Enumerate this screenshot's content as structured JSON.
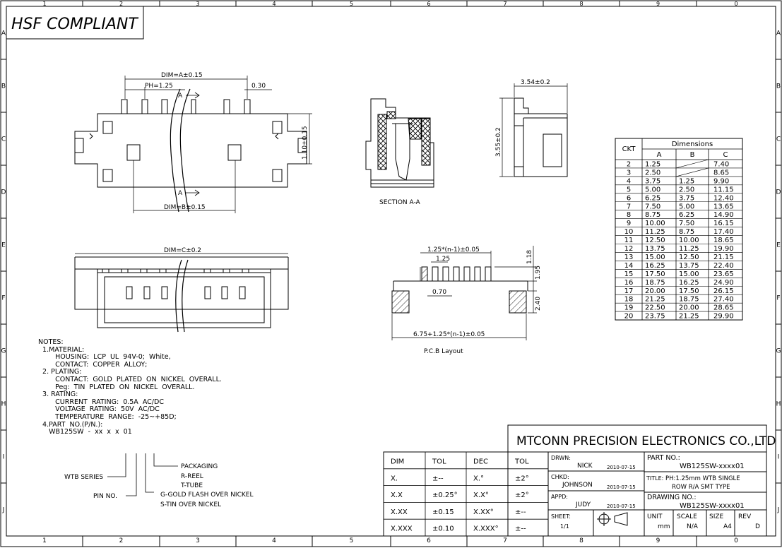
{
  "frame": {
    "top_cols": [
      "1",
      "2",
      "3",
      "4",
      "5",
      "6",
      "7",
      "8",
      "9",
      "0"
    ],
    "bottom_cols": [
      "1",
      "2",
      "3",
      "4",
      "5",
      "6",
      "7",
      "8",
      "9",
      "0"
    ],
    "rows": [
      "A",
      "B",
      "C",
      "D",
      "E",
      "F",
      "G",
      "H",
      "I",
      "J"
    ]
  },
  "header_badge": "HSF COMPLIANT",
  "top_view": {
    "dim_a": "DIM=A±0.15",
    "ph": "PH=1.25",
    "pin_w": "0.30",
    "section_mark_top": "A",
    "section_mark_bottom": "A",
    "height": "1.10±0.15",
    "dim_b": "DIM=B±0.15"
  },
  "front_view": {
    "dim_c": "DIM=C±0.2"
  },
  "section_label": "SECTION A-A",
  "side_view": {
    "width": "3.54±0.2",
    "height": "3.55±0.2"
  },
  "pcb": {
    "dim_top": "1.25*(n-1)±0.05",
    "pitch": "1.25",
    "dim_118": "1.18",
    "dim_195": "1.95",
    "pad_w": "0.70",
    "dim_240": "2.40",
    "dim_bottom": "6.75+1.25*(n-1)±0.05",
    "label": "P.C.B Layout"
  },
  "dims_table": {
    "ckt_header": "CKT",
    "group_header": "Dimensions",
    "cols": [
      "A",
      "B",
      "C"
    ],
    "rows": [
      [
        "2",
        "1.25",
        "",
        "7.40"
      ],
      [
        "3",
        "2.50",
        "",
        "8.65"
      ],
      [
        "4",
        "3.75",
        "1.25",
        "9.90"
      ],
      [
        "5",
        "5.00",
        "2.50",
        "11.15"
      ],
      [
        "6",
        "6.25",
        "3.75",
        "12.40"
      ],
      [
        "7",
        "7.50",
        "5.00",
        "13.65"
      ],
      [
        "8",
        "8.75",
        "6.25",
        "14.90"
      ],
      [
        "9",
        "10.00",
        "7.50",
        "16.15"
      ],
      [
        "10",
        "11.25",
        "8.75",
        "17.40"
      ],
      [
        "11",
        "12.50",
        "10.00",
        "18.65"
      ],
      [
        "12",
        "13.75",
        "11.25",
        "19.90"
      ],
      [
        "13",
        "15.00",
        "12.50",
        "21.15"
      ],
      [
        "14",
        "16.25",
        "13.75",
        "22.40"
      ],
      [
        "15",
        "17.50",
        "15.00",
        "23.65"
      ],
      [
        "16",
        "18.75",
        "16.25",
        "24.90"
      ],
      [
        "17",
        "20.00",
        "17.50",
        "26.15"
      ],
      [
        "18",
        "21.25",
        "18.75",
        "27.40"
      ],
      [
        "19",
        "22.50",
        "20.00",
        "28.65"
      ],
      [
        "20",
        "23.75",
        "21.25",
        "29.90"
      ]
    ]
  },
  "notes": {
    "l01": "NOTES:",
    "l02": "  1.MATERIAL:",
    "l03": "        HOUSING:  LCP  UL  94V-0;  White,",
    "l04": "        CONTACT:  COPPER  ALLOY;",
    "l05": "  2. PLATING:",
    "l06": "        CONTACT:  GOLD  PLATED  ON  NICKEL  OVERALL.",
    "l07": "        Peg:  TIN  PLATED  ON  NICKEL  OVERALL.",
    "l08": "  3. RATING:",
    "l09": "        CURRENT  RATING:  0.5A  AC/DC",
    "l10": "        VOLTAGE  RATING:  50V  AC/DC",
    "l11": "        TEMPERATURE  RANGE:  -25~+85D;",
    "l12": "  4.PART  NO.(P/N.):",
    "l13": "     WB125SW  -  xx  x  x  01"
  },
  "pn_legend": {
    "wtb_series": "WTB SERIES",
    "pin_no": "PIN NO.",
    "packaging": "PACKAGING",
    "r_reel": "R-REEL",
    "t_tube": "T-TUBE",
    "g_flash": "G-GOLD FLASH OVER NICKEL",
    "s_tin": "S-TIN OVER NICKEL"
  },
  "tolerance_table": {
    "headers": [
      "DIM",
      "TOL",
      "DEC",
      "TOL"
    ],
    "rows": [
      [
        "X.",
        "±--",
        "X.°",
        "±2°"
      ],
      [
        "X.X",
        "±0.25°",
        "X.X°",
        "±2°"
      ],
      [
        "X.XX",
        "±0.15",
        "X.XX°",
        "±--"
      ],
      [
        "X.XXX",
        "±0.10",
        "X.XXX°",
        "±--"
      ]
    ]
  },
  "title_block": {
    "company": "MTCONN PRECISION ELECTRONICS CO.,LTD",
    "drwn_label": "DRWN:",
    "drwn_name": "NICK",
    "drwn_date": "2010-07-15",
    "chkd_label": "CHKD:",
    "chkd_name": "JOHNSON",
    "chkd_date": "2010-07-15",
    "appd_label": "APPD:",
    "appd_name": "JUDY",
    "appd_date": "2010-07-15",
    "sheet_label": "SHEET:",
    "sheet_value": "1/1",
    "part_no_label": "PART NO.:",
    "part_no": "WB125SW-xxxx01",
    "title_label": "TITLE:",
    "title_line1": "PH:1.25mm WTB SINGLE",
    "title_line2": "ROW R/A SMT TYPE",
    "drawing_no_label": "DRAWING NO.:",
    "drawing_no": "WB125SW-xxxx01",
    "unit_label": "UNIT",
    "unit_value": "mm",
    "scale_label": "SCALE",
    "scale_value": "N/A",
    "size_label": "SIZE",
    "size_value": "A4",
    "rev_label": "REV",
    "rev_value": "D"
  }
}
